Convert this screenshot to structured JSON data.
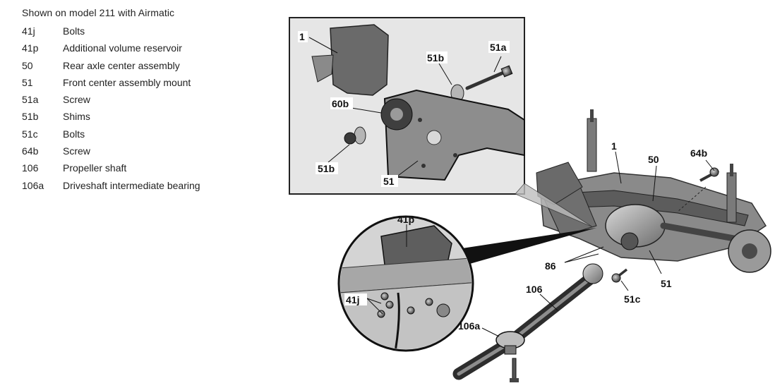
{
  "legend": {
    "heading": "Shown on model 211 with Airmatic",
    "items": [
      {
        "code": "41j",
        "description": "Bolts"
      },
      {
        "code": "41p",
        "description": "Additional volume reservoir"
      },
      {
        "code": "50",
        "description": "Rear axle center assembly"
      },
      {
        "code": "51",
        "description": "Front center assembly mount"
      },
      {
        "code": "51a",
        "description": "Screw"
      },
      {
        "code": "51b",
        "description": "Shims"
      },
      {
        "code": "51c",
        "description": "Bolts"
      },
      {
        "code": "64b",
        "description": "Screw"
      },
      {
        "code": "106",
        "description": "Propeller shaft"
      },
      {
        "code": "106a",
        "description": "Driveshaft intermediate bearing"
      }
    ]
  },
  "figure": {
    "callouts": {
      "detail_1": "1",
      "detail_51b_top": "51b",
      "detail_51a": "51a",
      "detail_60b": "60b",
      "detail_51b_bottom": "51b",
      "detail_51": "51",
      "main_1": "1",
      "main_50": "50",
      "main_64b": "64b",
      "main_86": "86",
      "main_51": "51",
      "main_51c": "51c",
      "main_106": "106",
      "main_106a": "106a",
      "inset_41p": "41p",
      "inset_41j": "41j"
    }
  }
}
